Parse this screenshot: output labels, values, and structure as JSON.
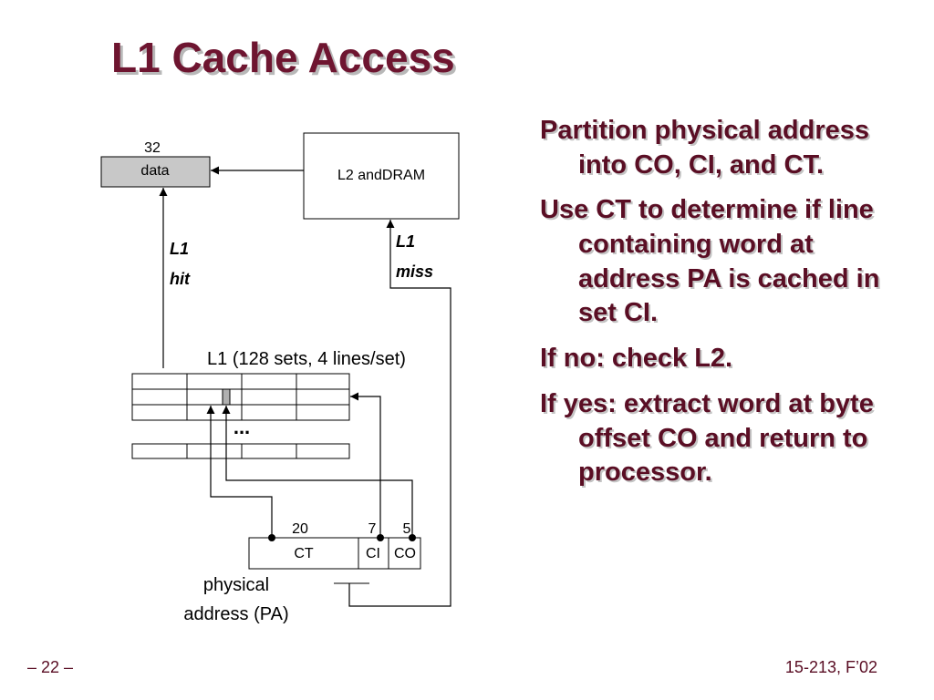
{
  "slide": {
    "title": "L1 Cache Access",
    "page_number": "– 22 –",
    "course": "15-213, F’02"
  },
  "diagram": {
    "data_width": "32",
    "data_label": "data",
    "l2_label": "L2 andDRAM",
    "hit_label_1": "L1",
    "hit_label_2": "hit",
    "miss_label_1": "L1",
    "miss_label_2": "miss",
    "cache_label": "L1 (128 sets, 4 lines/set)",
    "ellipsis": "...",
    "ct_bits": "20",
    "ci_bits": "7",
    "co_bits": "5",
    "ct_label": "CT",
    "ci_label": "CI",
    "co_label": "CO",
    "pa_label_1": "physical",
    "pa_label_2": "address (PA)"
  },
  "bullets": [
    "Partition physical address into CO, CI, and CT.",
    "Use CT to determine if line containing word at address PA is cached in set CI.",
    "If no: check L2.",
    "If yes: extract word at byte offset CO and return to processor."
  ],
  "colors": {
    "title": "#6e1530",
    "text": "#5a0e24",
    "data_box_fill": "#c8c8c8"
  }
}
